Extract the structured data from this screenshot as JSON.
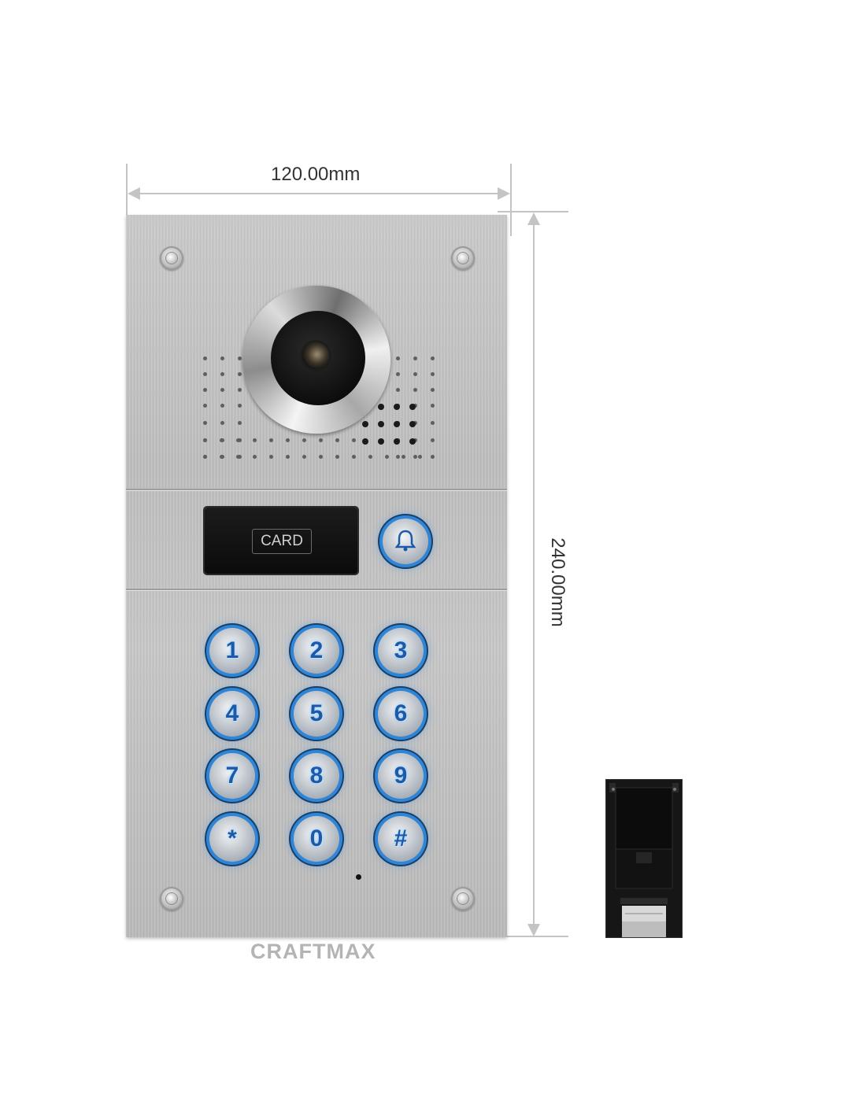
{
  "dimensions": {
    "width_label": "120.00mm",
    "height_label": "240.00mm"
  },
  "card_reader": {
    "label": "CARD"
  },
  "keypad": {
    "keys": [
      "1",
      "2",
      "3",
      "4",
      "5",
      "6",
      "7",
      "8",
      "9",
      "*",
      "0",
      "#"
    ]
  },
  "brand": {
    "name": "CRAFTMAX"
  },
  "colors": {
    "panel": "#c2c2c2",
    "key_glow": "#2f86d8",
    "brand_text": "#b4b4b4"
  }
}
